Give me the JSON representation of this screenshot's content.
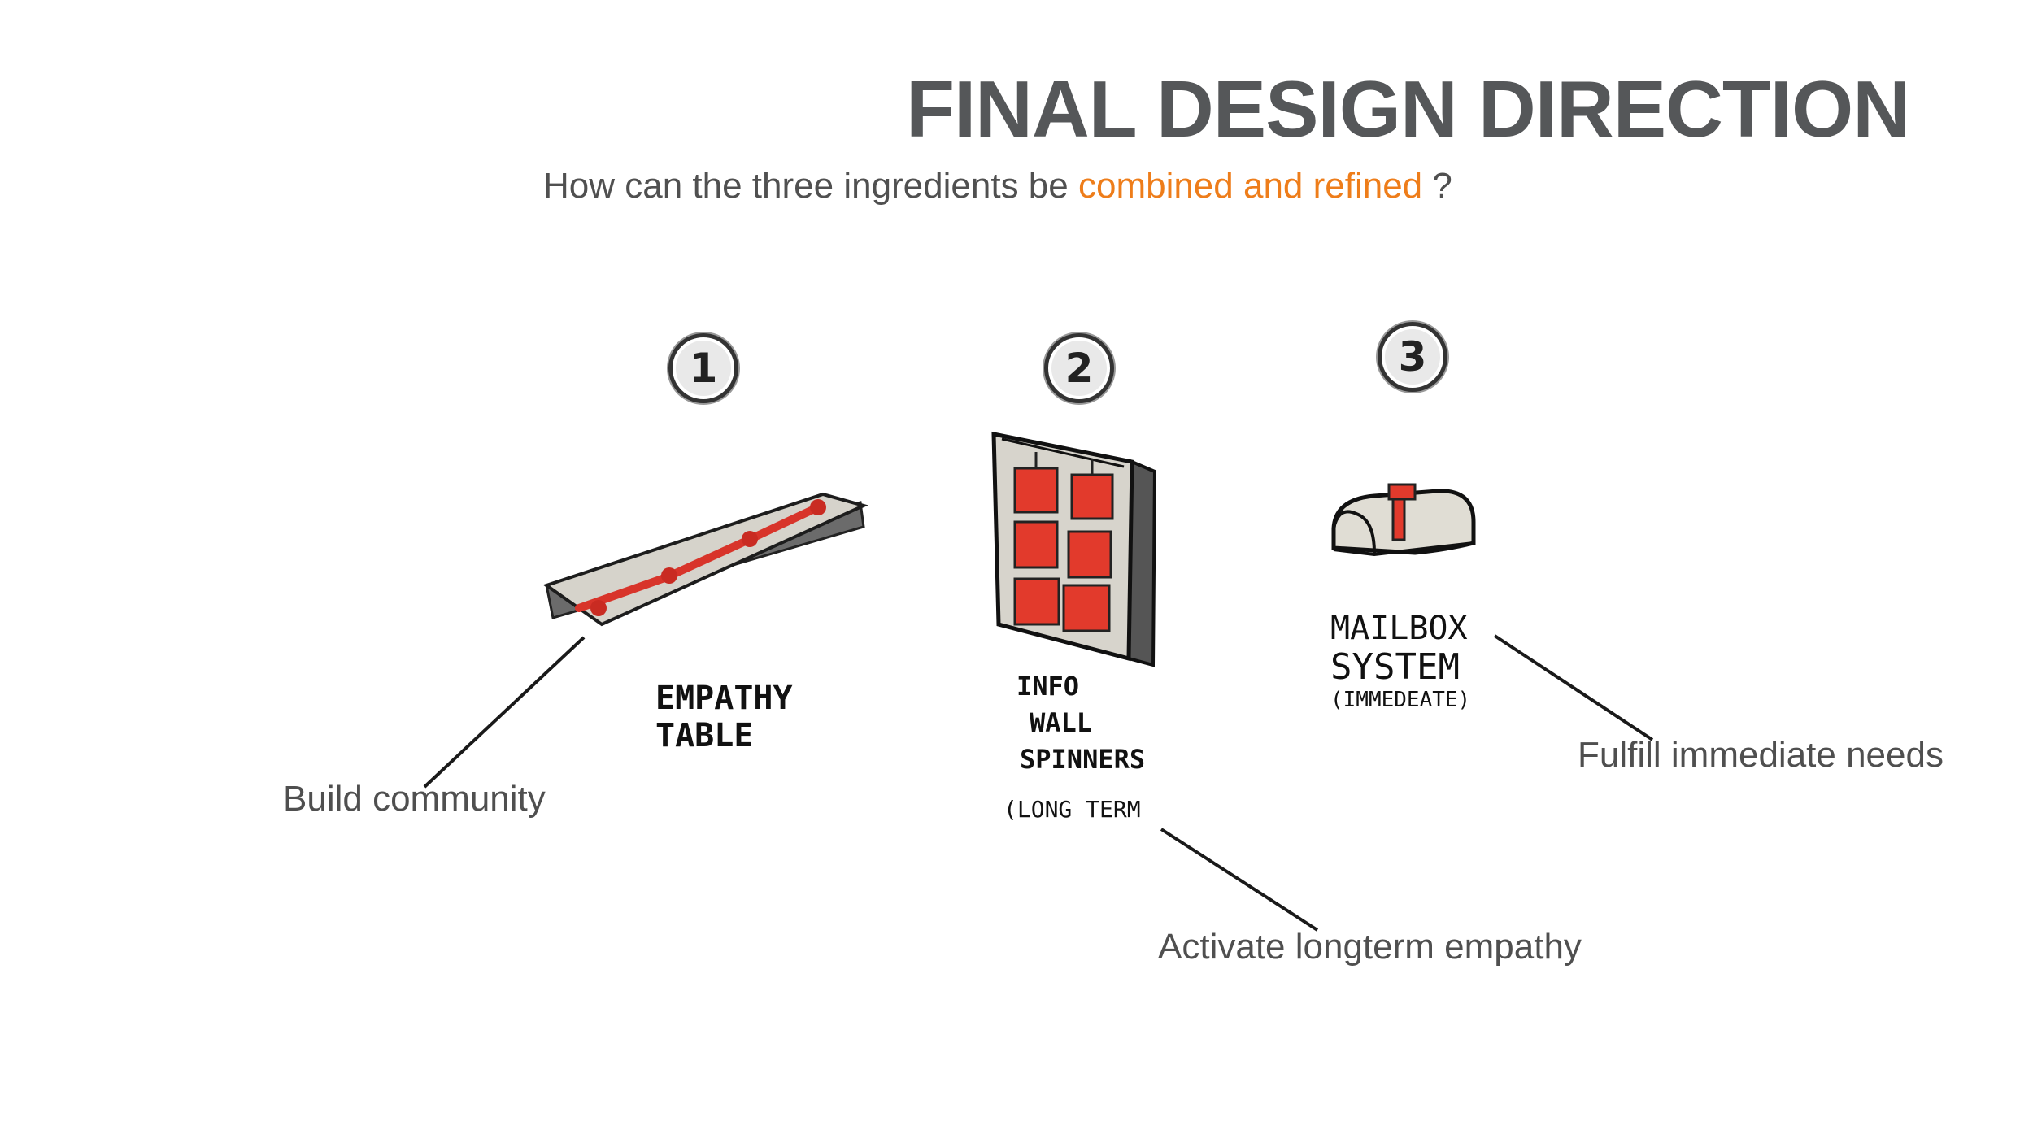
{
  "slide": {
    "title": "FINAL DESIGN DIRECTION",
    "subtitle_prefix": "How can the three ingredients be",
    "subtitle_highlight": "combined and refined",
    "subtitle_suffix": "?",
    "accent_color": "#ee7d1a"
  },
  "ingredients": [
    {
      "number": "1",
      "sketch_icon": "table-icon",
      "handwritten_label": [
        "EMPATHY",
        "TABLE"
      ],
      "caption": "Build community"
    },
    {
      "number": "2",
      "sketch_icon": "info-wall-icon",
      "handwritten_label": [
        "INFO",
        "WALL",
        "SPINNERS"
      ],
      "handwritten_note": "(LONG TERM",
      "caption": "Activate longterm empathy"
    },
    {
      "number": "3",
      "sketch_icon": "mailbox-icon",
      "handwritten_label": [
        "MAILBOX",
        "SYSTEM",
        "(IMMEDEATE)"
      ],
      "caption": "Fulfill immediate needs"
    }
  ]
}
